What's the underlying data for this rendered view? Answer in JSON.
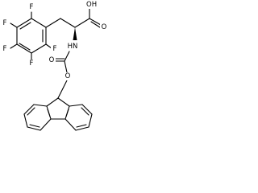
{
  "structure": {
    "atom_labels": {
      "f1": "F",
      "f2": "F",
      "f3": "F",
      "f4": "F",
      "f5": "F",
      "oh": "OH",
      "o_acid": "O",
      "nh": "HN",
      "o_carb": "O",
      "o_ester": "O"
    },
    "stereo": "wedge at chiral carbon",
    "colors": {
      "bonds": "#000000",
      "labels": "#000000",
      "background": "#ffffff"
    }
  }
}
